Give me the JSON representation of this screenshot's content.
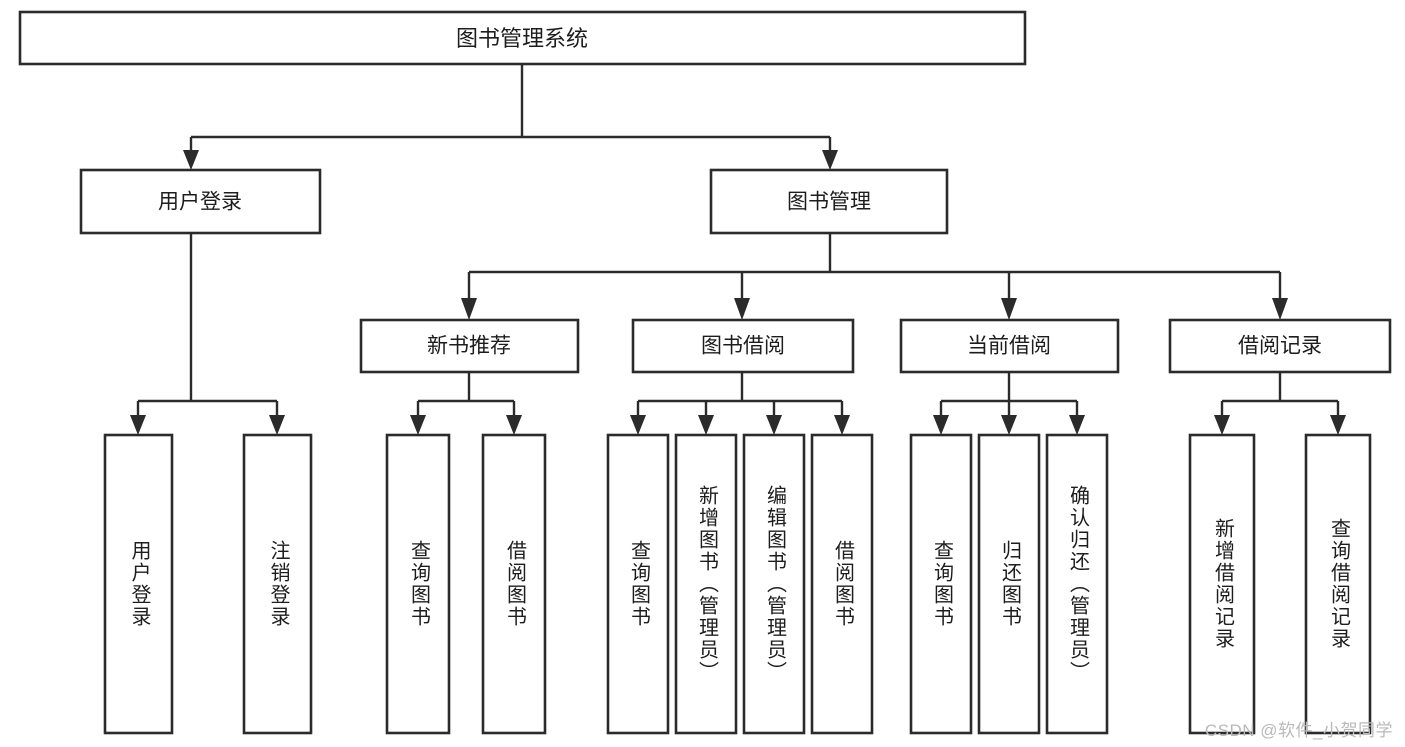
{
  "diagram": {
    "title": "图书管理系统",
    "type": "tree",
    "watermark": "CSDN @软件_小贺同学",
    "colors": {
      "background": "#ffffff",
      "box_fill": "#ffffff",
      "box_stroke": "#2b2b2b",
      "connector": "#2b2b2b",
      "text": "#1d1d1d",
      "watermark": "#b9b9b9"
    },
    "nodes": {
      "root": {
        "label": "图书管理系统",
        "level": 1,
        "orientation": "horizontal"
      },
      "level2": [
        {
          "id": "user-login",
          "label": "用户登录"
        },
        {
          "id": "book-manage",
          "label": "图书管理"
        }
      ],
      "level3": [
        {
          "id": "new-book-rec",
          "label": "新书推荐"
        },
        {
          "id": "book-borrow",
          "label": "图书借阅"
        },
        {
          "id": "current-borrow",
          "label": "当前借阅"
        },
        {
          "id": "borrow-record",
          "label": "借阅记录"
        }
      ],
      "leaves": {
        "user-login": [
          {
            "id": "leaf-user-login",
            "label": "用户登录"
          },
          {
            "id": "leaf-user-logout",
            "label": "注销登录"
          }
        ],
        "new-book-rec": [
          {
            "id": "leaf-query-book-1",
            "label": "查询图书"
          },
          {
            "id": "leaf-borrow-book-1",
            "label": "借阅图书"
          }
        ],
        "book-borrow": [
          {
            "id": "leaf-query-book-2",
            "label": "查询图书"
          },
          {
            "id": "leaf-add-book",
            "label": "新增图书（管理员）"
          },
          {
            "id": "leaf-edit-book",
            "label": "编辑图书（管理员）"
          },
          {
            "id": "leaf-borrow-book-2",
            "label": "借阅图书"
          }
        ],
        "current-borrow": [
          {
            "id": "leaf-query-book-3",
            "label": "查询图书"
          },
          {
            "id": "leaf-return-book",
            "label": "归还图书"
          },
          {
            "id": "leaf-confirm-return",
            "label": "确认归还（管理员）"
          }
        ],
        "borrow-record": [
          {
            "id": "leaf-add-record",
            "label": "新增借阅记录"
          },
          {
            "id": "leaf-query-record",
            "label": "查询借阅记录"
          }
        ]
      }
    }
  }
}
